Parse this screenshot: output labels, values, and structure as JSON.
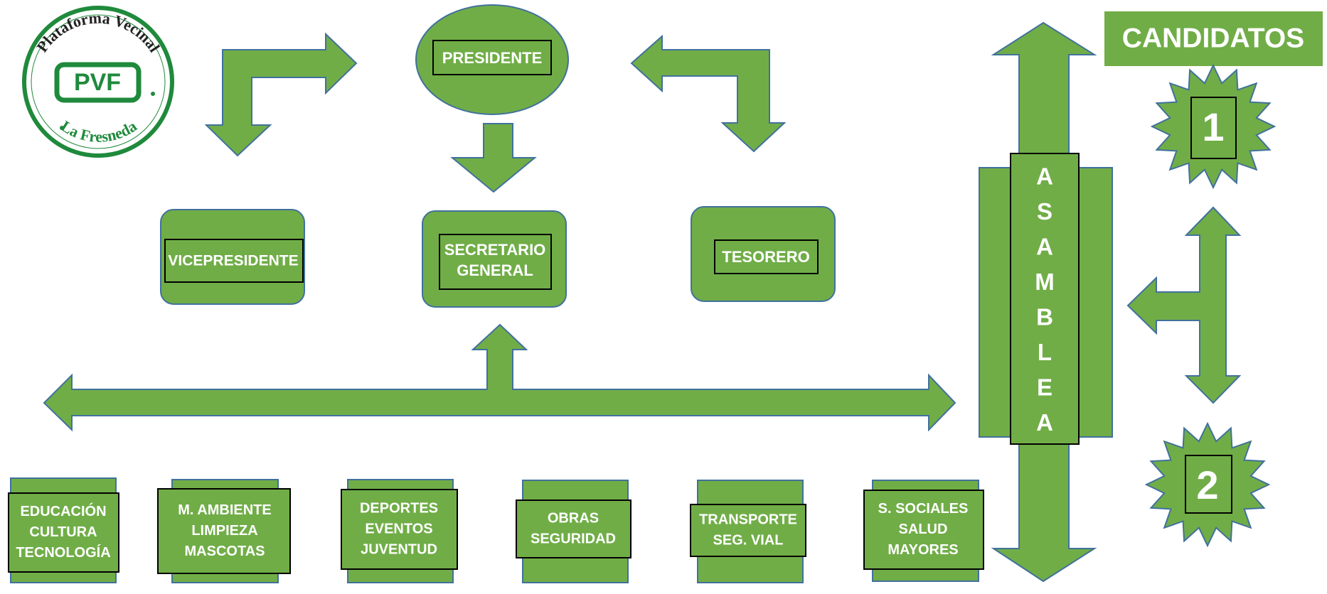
{
  "logo": {
    "ring_text": "Plataforma Vecinal",
    "bottom_text": "La Fresneda",
    "badge": "PVF"
  },
  "nodes": {
    "presidente": "PRESIDENTE",
    "vicepresidente": "VICEPRESIDENTE",
    "secretario": [
      "SECRETARIO",
      "GENERAL"
    ],
    "tesorero": "TESORERO",
    "asamblea": [
      "A",
      "S",
      "A",
      "M",
      "B",
      "L",
      "E",
      "A"
    ]
  },
  "candidatos": {
    "title": "CANDIDATOS",
    "badges": [
      "1",
      "2"
    ]
  },
  "areas": [
    [
      "EDUCACIÓN",
      "CULTURA",
      "TECNOLOGÍA"
    ],
    [
      "M. AMBIENTE",
      "LIMPIEZA",
      "MASCOTAS"
    ],
    [
      "DEPORTES",
      "EVENTOS",
      "JUVENTUD"
    ],
    [
      "OBRAS",
      "SEGURIDAD"
    ],
    [
      "TRANSPORTE",
      "SEG. VIAL"
    ],
    [
      "S. SOCIALES",
      "SALUD",
      "MAYORES"
    ]
  ],
  "colors": {
    "green": "#70AD47",
    "stroke": "#41719C",
    "logo_green": "#1F8A3C",
    "text": "#FFFFFF",
    "inner_border": "#000000"
  }
}
